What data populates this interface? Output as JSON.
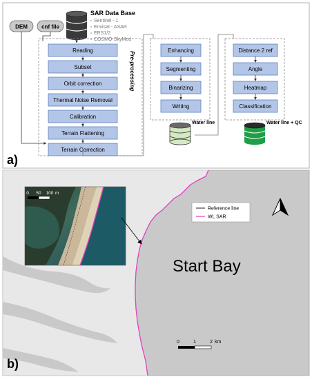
{
  "panel_a": {
    "label": "a)",
    "inputs": {
      "dem": "DEM",
      "cnf": "cnf file"
    },
    "database": {
      "title": "SAR Data Base",
      "missions": [
        "Sentinel - 1",
        "Envisat - ASAR",
        "ERS1/2",
        "COSMO-SkyMed"
      ]
    },
    "preprocessing": {
      "label": "Pre-processing",
      "steps": [
        "Reading",
        "Subset",
        "Orbit correction",
        "Thermal Noise Removal",
        "Calibration",
        "Terrain Flattening",
        "Terrain Correction"
      ]
    },
    "waterline_steps": [
      "Enhancing",
      "Segmenting",
      "Binarizing",
      "Writing"
    ],
    "waterline_output": "Water line",
    "qc_steps": [
      "Distance 2 ref",
      "Angle",
      "Heatmap",
      "Classification"
    ],
    "qc_output": "Water line + QC",
    "colors": {
      "box_fill": "#b4c6e7",
      "box_stroke": "#5b7fbf",
      "db_dark": "#3a3a3a",
      "db_light": "#d4e8c4",
      "db_green": "#1f9e48"
    }
  },
  "panel_b": {
    "label": "b)",
    "bay_label": "Start Bay",
    "legend": [
      {
        "label": "Reference line",
        "color": "#444444"
      },
      {
        "label": "WL SAR",
        "color": "#e040c0"
      }
    ],
    "inset_scale": {
      "ticks": [
        "0",
        "50",
        "100"
      ],
      "unit": "m"
    },
    "map_scale": {
      "ticks": [
        "0",
        "1",
        "2"
      ],
      "unit": "km"
    },
    "north_arrow": "north-arrow-icon",
    "colors": {
      "sea": "#c9c9c9",
      "land": "#e8e8e8",
      "coast_line": "#e040c0"
    }
  }
}
